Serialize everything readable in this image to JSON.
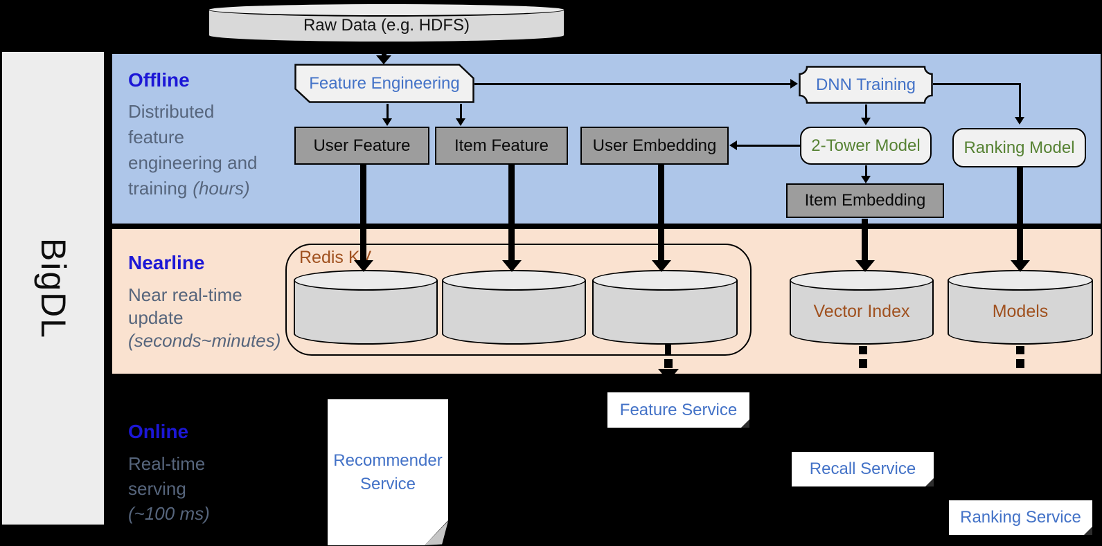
{
  "brand": "BigDL",
  "layers": {
    "offline": {
      "title": "Offline",
      "desc": {
        "l1": "Distributed",
        "l2": "feature",
        "l3": "engineering and",
        "l4": "training",
        "l4i": "(hours)"
      }
    },
    "nearline": {
      "title": "Nearline",
      "desc": {
        "l1": "Near real-time",
        "l2": "update",
        "l3i": "(seconds~minutes)"
      }
    },
    "online": {
      "title": "Online",
      "desc": {
        "l1": "Real-time",
        "l2": "serving",
        "l3i": "(~100 ms)"
      }
    }
  },
  "nodes": {
    "raw_data": "Raw Data (e.g. HDFS)",
    "feature_engineering": "Feature Engineering",
    "dnn_training": "DNN Training",
    "user_feature": "User Feature",
    "item_feature": "Item Feature",
    "user_embedding": "User Embedding",
    "two_tower_model": "2-Tower Model",
    "ranking_model": "Ranking Model",
    "item_embedding": "Item Embedding",
    "redis_kv": "Redis KV",
    "vector_index": "Vector Index",
    "models": "Models",
    "recommender_service": "Recommender Service",
    "feature_service": "Feature Service",
    "recall_service": "Recall Service",
    "ranking_service": "Ranking Service"
  },
  "colors": {
    "background": "#000000",
    "offline_band": "#aec6e9",
    "nearline_band": "#fae2d0",
    "layer_title_blue": "#1c17d6",
    "layer_desc_slate": "#56657c",
    "node_text_blue": "#4372c7",
    "node_text_green": "#568233",
    "node_text_brown": "#a0511f",
    "dark_box_fill": "#9d9d9d",
    "light_shape_fill": "#f1f1f1"
  }
}
